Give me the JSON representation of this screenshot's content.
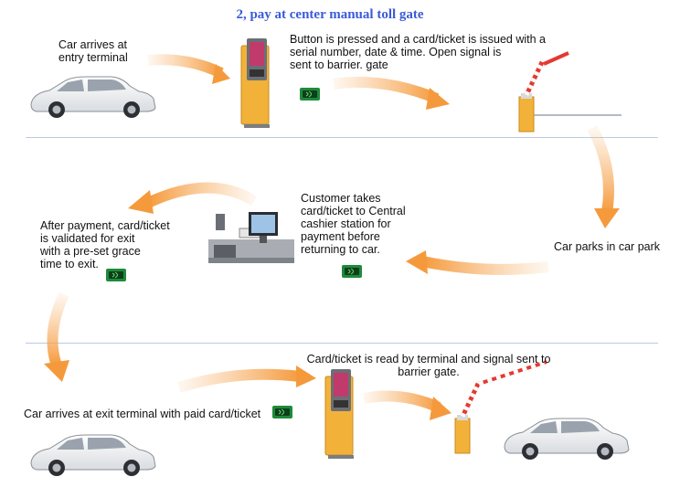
{
  "title": "2, pay at center manual toll gate",
  "steps": {
    "entry": "Car arrives at\nentry terminal",
    "issue": "Button is pressed and a card/ticket is issued with a\nserial number, date & time. Open signal  is\nsent to barrier. gate",
    "park": "Car parks in car park",
    "pay": "Customer  takes\ncard/ticket to Central\ncashier station for\npayment before\nreturning to car.",
    "validate": "After payment, card/ticket\nis validated for exit\nwith a pre-set grace\ntime to exit.",
    "exit": "Car arrives at exit terminal with paid card/ticket",
    "read": "Card/ticket is read by terminal and signal sent to\nbarrier gate."
  },
  "colors": {
    "title": "#3a5bd9",
    "arrow": "#f7b26a",
    "terminal": "#f2b23a",
    "barrier_arm": "#e23a32",
    "divider": "#b9cbe3",
    "card": "#1e8a3a"
  },
  "icons": {
    "car": "car-icon",
    "terminal": "ticket-terminal-icon",
    "barrier": "barrier-gate-icon",
    "card": "card-ticket-icon",
    "cashier": "cashier-station-icon"
  }
}
